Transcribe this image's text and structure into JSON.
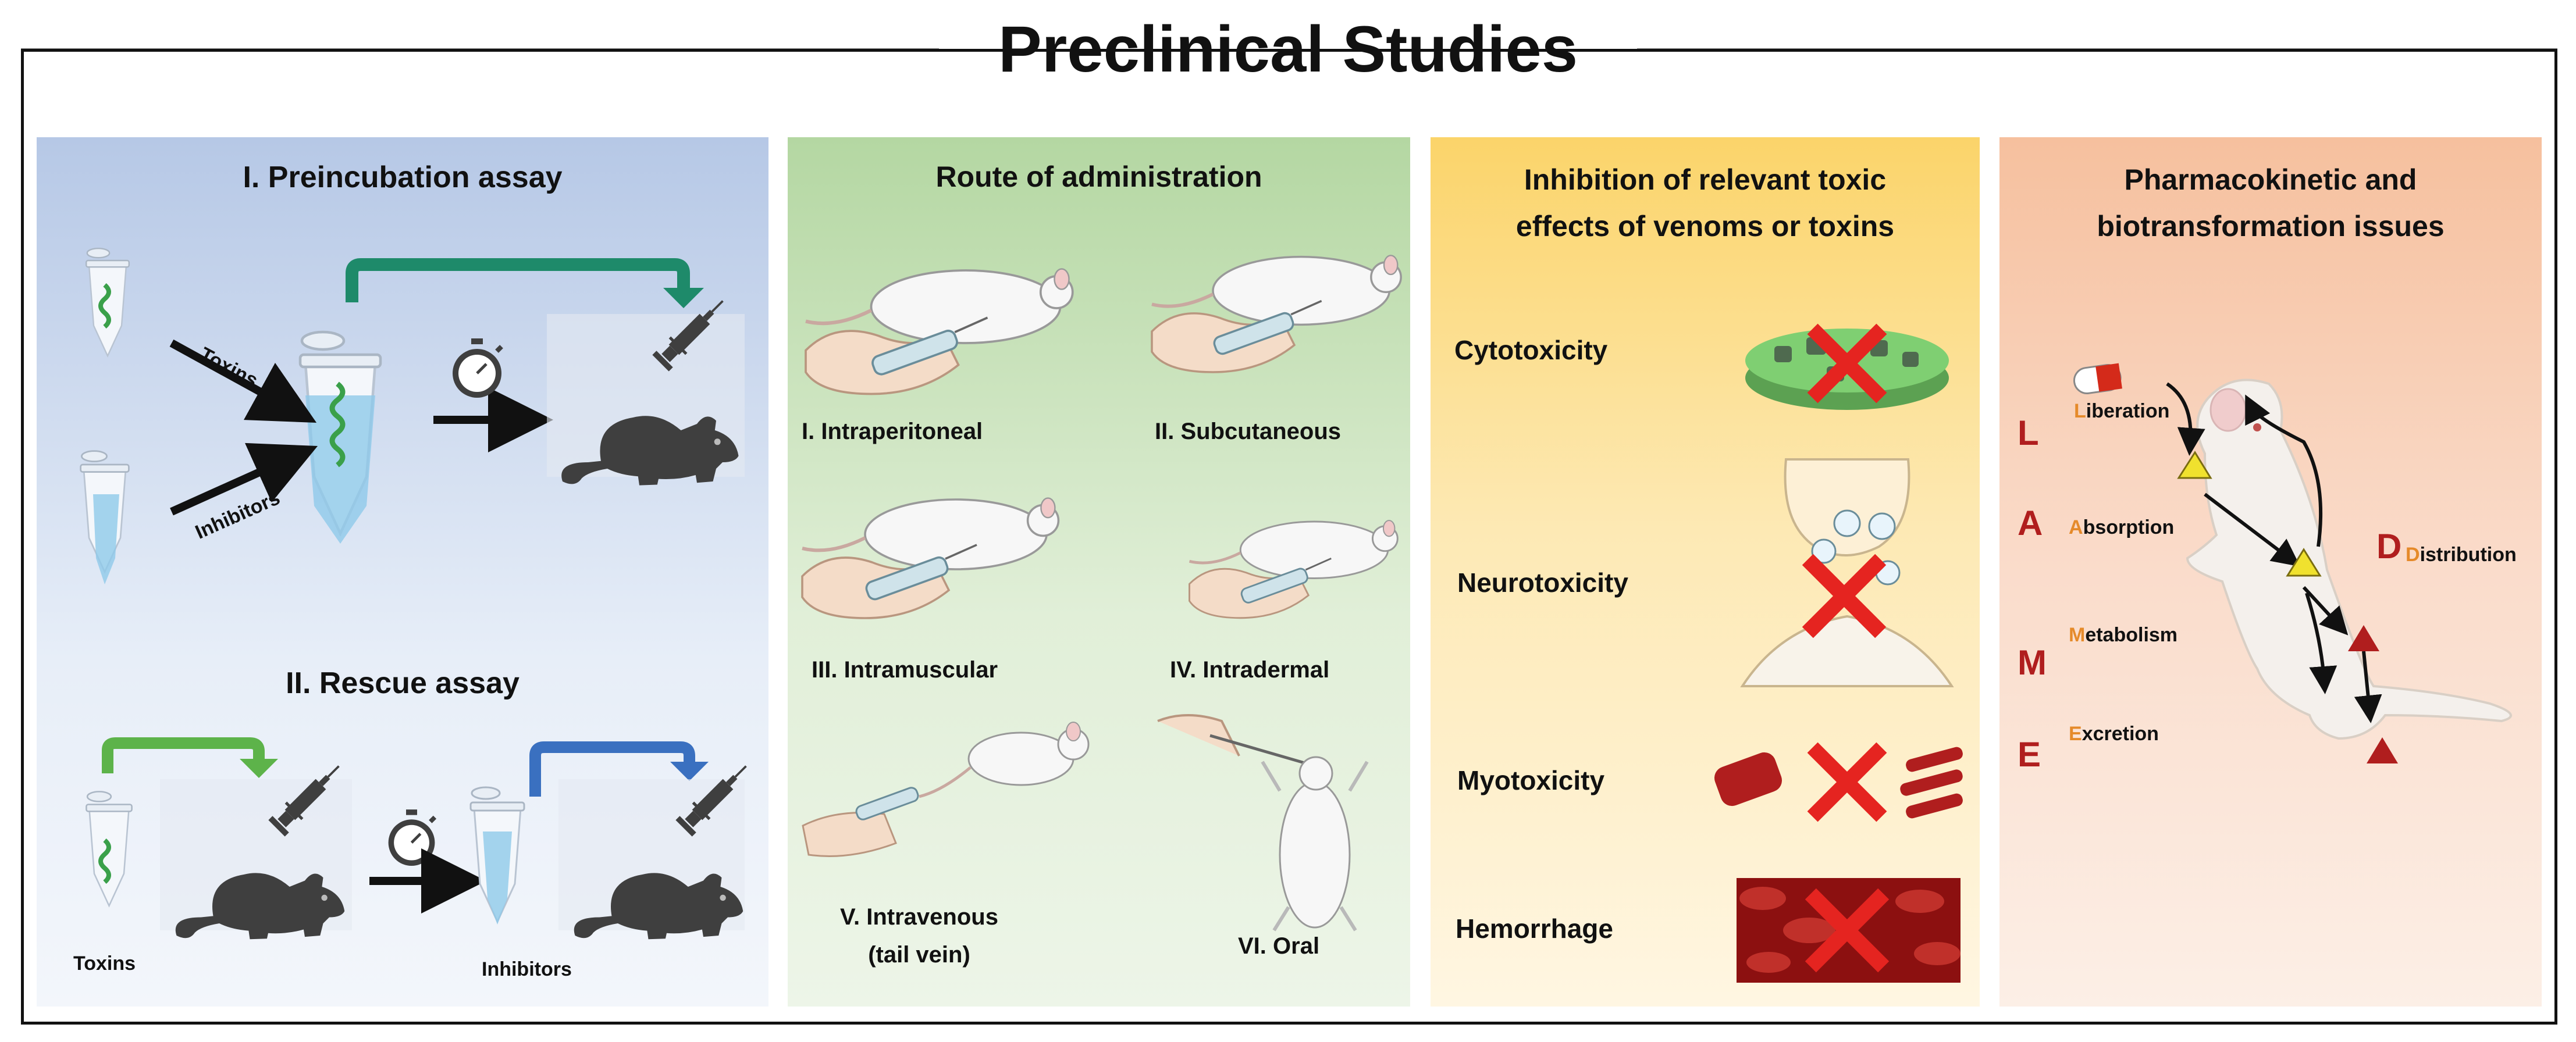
{
  "title": "Preclinical Studies",
  "panel1": {
    "heading_preincubation": "I. Preincubation assay",
    "arrow_toxins": "Toxins",
    "arrow_inhibitors": "Inhibitors",
    "heading_rescue": "II. Rescue assay",
    "rescue_toxins": "Toxins",
    "rescue_inhibitors": "Inhibitors"
  },
  "panel2": {
    "heading": "Route of administration",
    "routes": [
      "I. Intraperitoneal",
      "II. Subcutaneous",
      "III. Intramuscular",
      "IV. Intradermal",
      "V. Intravenous",
      "(tail vein)",
      "VI. Oral"
    ]
  },
  "panel3": {
    "heading_line1": "Inhibition of relevant toxic",
    "heading_line2": "effects of venoms or toxins",
    "effects": [
      "Cytotoxicity",
      "Neurotoxicity",
      "Myotoxicity",
      "Hemorrhage"
    ]
  },
  "panel4": {
    "heading_line1": "Pharmacokinetic and",
    "heading_line2": "biotransformation issues",
    "ladme": [
      {
        "letter": "L",
        "initial": "L",
        "rest": "iberation"
      },
      {
        "letter": "A",
        "initial": "A",
        "rest": "bsorption"
      },
      {
        "letter": "D",
        "initial": "D",
        "rest": "istribution"
      },
      {
        "letter": "M",
        "initial": "M",
        "rest": "etabolism"
      },
      {
        "letter": "E",
        "initial": "E",
        "rest": "xcretion"
      }
    ]
  },
  "colors": {
    "red_x": "#e52420",
    "ladme_letter": "#b01e1e",
    "ladme_initial": "#e58a2a",
    "arrow_green": "#1e8a6a",
    "arrow_green_light": "#5db34a",
    "arrow_blue": "#3a70c0",
    "mouse_gray": "#3f3f3f"
  }
}
